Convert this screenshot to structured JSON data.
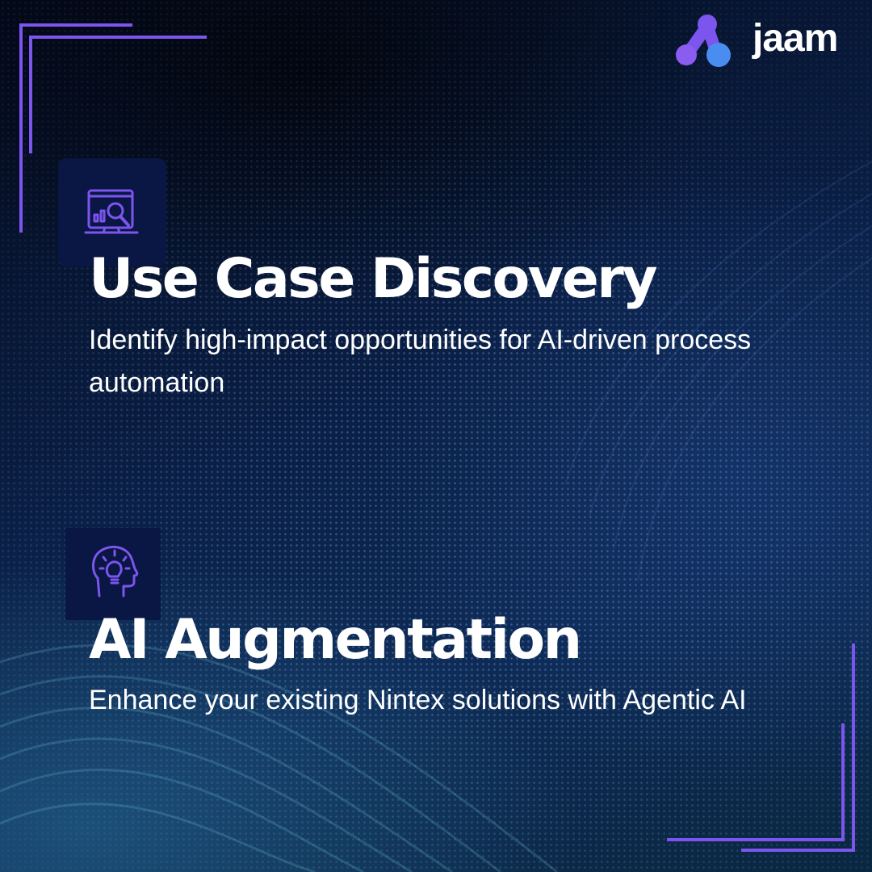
{
  "brand": {
    "name": "jaam",
    "logo_icon": "connected-nodes-logo-icon",
    "accent_color": "#7b55ee",
    "logo_dot_color": "#4a8df0"
  },
  "features": [
    {
      "icon": "analytics-search-icon",
      "title": "Use Case Discovery",
      "description": "Identify high-impact opportunities for AI-driven process automation"
    },
    {
      "icon": "lightbulb-head-icon",
      "title": "AI Augmentation",
      "description": "Enhance your existing Nintex solutions with Agentic AI"
    }
  ]
}
